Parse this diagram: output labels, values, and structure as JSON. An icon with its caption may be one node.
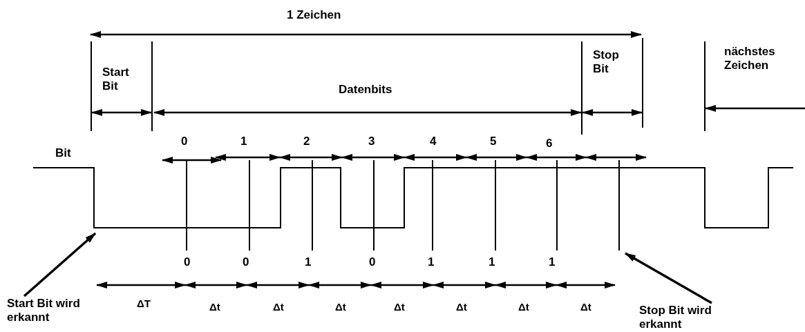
{
  "diagram": {
    "nodes": [
      {
        "text": [
          "Start Bit wird erkannt"
        ]
      },
      {
        "text": [
          "Stop Bit wird erkannt"
        ]
      }
    ],
    "edges": [
      {
        "from": 0,
        "to": null,
        "arrow": "to"
      },
      {
        "from": 1,
        "to": null,
        "arrow": "to"
      }
    ],
    "labels": [
      "1 Zeichen",
      "Start Bit",
      "Stop Bit",
      "nächstes Zeichen",
      "Datenbits",
      "Bit",
      "0",
      "1",
      "2",
      "3",
      "4",
      "5",
      "6",
      "0",
      "0",
      "1",
      "0",
      "1",
      "1",
      "1",
      "ΔT",
      "Δt",
      "Δt",
      "Δt",
      "Δt",
      "Δt",
      "Δt",
      "Δt"
    ]
  }
}
